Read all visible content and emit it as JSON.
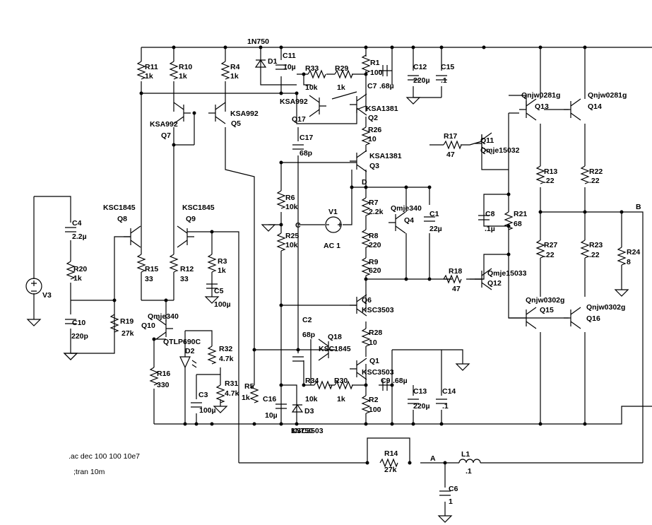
{
  "schematic": {
    "directives": [
      ".ac dec 100 100 10e7",
      ";tran 10m"
    ],
    "nodes": [
      "A",
      "B",
      "C",
      "D"
    ],
    "components": [
      {
        "ref": "R11",
        "value": "1k"
      },
      {
        "ref": "R10",
        "value": "1k"
      },
      {
        "ref": "R4",
        "value": "1k"
      },
      {
        "ref": "D1",
        "value": "1N750"
      },
      {
        "ref": "C11",
        "value": "10µ"
      },
      {
        "ref": "R33",
        "value": "10k"
      },
      {
        "ref": "R29",
        "value": "1k"
      },
      {
        "ref": "R1",
        "value": "100"
      },
      {
        "ref": "C7",
        "value": ".68µ"
      },
      {
        "ref": "C12",
        "value": "220µ"
      },
      {
        "ref": "C15",
        "value": ".1"
      },
      {
        "ref": "Q7",
        "value": "KSA992"
      },
      {
        "ref": "Q5",
        "value": "KSA992"
      },
      {
        "ref": "Q17",
        "value": "KSA992"
      },
      {
        "ref": "Q2",
        "value": "KSA1381"
      },
      {
        "ref": "R26",
        "value": "10"
      },
      {
        "ref": "C17",
        "value": "68p"
      },
      {
        "ref": "Q3",
        "value": "KSA1381"
      },
      {
        "ref": "R17",
        "value": "47"
      },
      {
        "ref": "Q11",
        "value": "Qmje15032"
      },
      {
        "ref": "Q13",
        "value": "Qnjw0281g"
      },
      {
        "ref": "Q14",
        "value": "Qnjw0281g"
      },
      {
        "ref": "R13",
        "value": ".22"
      },
      {
        "ref": "R22",
        "value": ".22"
      },
      {
        "ref": "C8",
        "value": ".1µ"
      },
      {
        "ref": "R21",
        "value": "68"
      },
      {
        "ref": "R27",
        "value": ".22"
      },
      {
        "ref": "R23",
        "value": ".22"
      },
      {
        "ref": "R24",
        "value": "8"
      },
      {
        "ref": "C4",
        "value": "2.2µ"
      },
      {
        "ref": "R20",
        "value": "1k"
      },
      {
        "ref": "C10",
        "value": "220p"
      },
      {
        "ref": "R19",
        "value": "27k"
      },
      {
        "ref": "V3",
        "value": ""
      },
      {
        "ref": "Q8",
        "value": "KSC1845"
      },
      {
        "ref": "Q9",
        "value": "KSC1845"
      },
      {
        "ref": "R15",
        "value": "33"
      },
      {
        "ref": "R12",
        "value": "33"
      },
      {
        "ref": "R3",
        "value": "1k"
      },
      {
        "ref": "C5",
        "value": "100µ"
      },
      {
        "ref": "R6",
        "value": "10k"
      },
      {
        "ref": "R25",
        "value": "10k"
      },
      {
        "ref": "V1",
        "value": "AC 1"
      },
      {
        "ref": "R7",
        "value": "2.2k"
      },
      {
        "ref": "Q4",
        "value": "Qmje340"
      },
      {
        "ref": "C1",
        "value": "22µ"
      },
      {
        "ref": "R8",
        "value": "220"
      },
      {
        "ref": "R9",
        "value": "620"
      },
      {
        "ref": "R18",
        "value": "47"
      },
      {
        "ref": "Q12",
        "value": "Qmje15033"
      },
      {
        "ref": "Q15",
        "value": "Qnjw0302g"
      },
      {
        "ref": "Q16",
        "value": "Qnjw0302g"
      },
      {
        "ref": "Q10",
        "value": "Qmje340"
      },
      {
        "ref": "D2",
        "value": "QTLP690C"
      },
      {
        "ref": "R32",
        "value": "4.7k"
      },
      {
        "ref": "R31",
        "value": "4.7k"
      },
      {
        "ref": "C3",
        "value": "100µ"
      },
      {
        "ref": "R16",
        "value": "330"
      },
      {
        "ref": "R5",
        "value": "1k"
      },
      {
        "ref": "C16",
        "value": "10µ"
      },
      {
        "ref": "D3",
        "value": "1N750"
      },
      {
        "ref": "C2",
        "value": "68p"
      },
      {
        "ref": "Q6",
        "value": "KSC3503"
      },
      {
        "ref": "R28",
        "value": "10"
      },
      {
        "ref": "Q18",
        "value": "KSC1845"
      },
      {
        "ref": "Q1",
        "value": "KSC3503"
      },
      {
        "ref": "R34",
        "value": "10k"
      },
      {
        "ref": "R30",
        "value": "1k"
      },
      {
        "ref": "C9",
        "value": ".68µ"
      },
      {
        "ref": "R2",
        "value": "100"
      },
      {
        "ref": "C13",
        "value": "220µ"
      },
      {
        "ref": "C14",
        "value": ".1"
      },
      {
        "ref": "R14",
        "value": "27k"
      },
      {
        "ref": "L1",
        "value": ".1"
      },
      {
        "ref": "C6",
        "value": "1"
      }
    ]
  }
}
